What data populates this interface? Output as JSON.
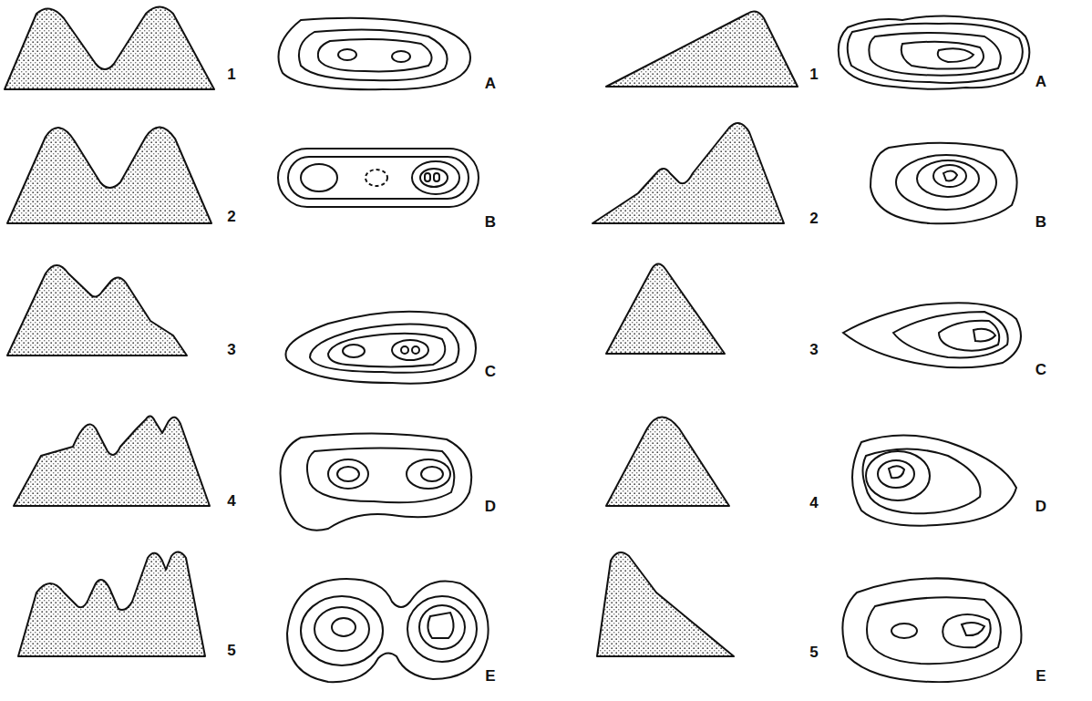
{
  "diagram": {
    "labels": [
      "1",
      "A",
      "1",
      "A",
      "2",
      "B",
      "2",
      "B",
      "3",
      "C",
      "3",
      "C",
      "4",
      "D",
      "4",
      "D",
      "5",
      "E",
      "5",
      "E"
    ]
  }
}
